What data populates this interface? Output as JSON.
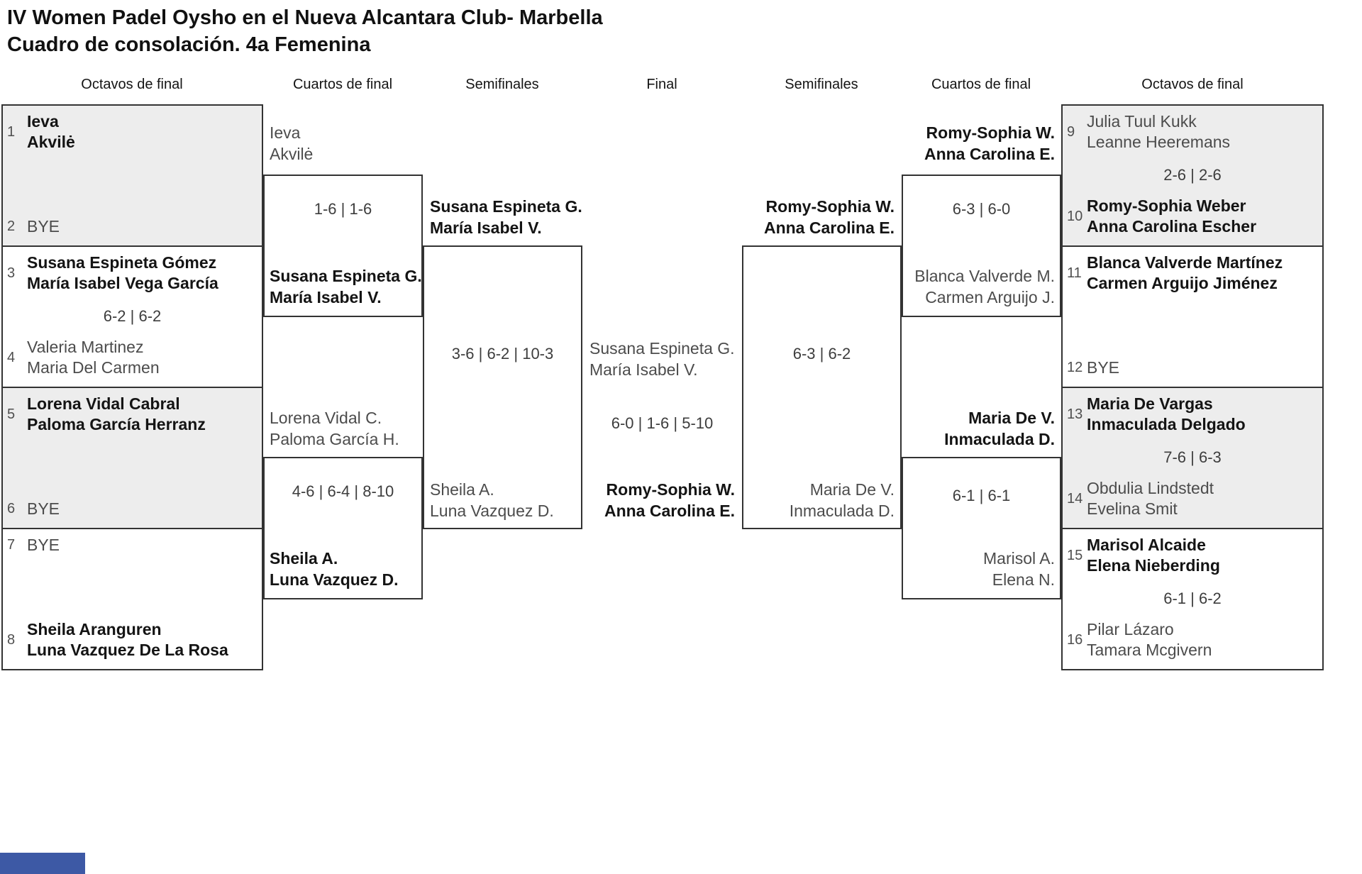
{
  "page": {
    "title_line1": "IV Women Padel Oysho en el Nueva Alcantara Club- Marbella",
    "title_line2": "Cuadro de consolación. 4a Femenina"
  },
  "round_headers": [
    "Octavos de final",
    "Cuartos de final",
    "Semifinales",
    "Final",
    "Semifinales",
    "Cuartos de final",
    "Octavos de final"
  ],
  "colors": {
    "shaded_box": "#ededed",
    "border": "#333333",
    "winner_text": "#141414",
    "muted_text": "#4c4c4c",
    "accent_bar": "#3d59a5"
  },
  "octavos_left": [
    {
      "seat_a": "1",
      "team_a": [
        "Ieva",
        "Akvilė"
      ],
      "score": "",
      "seat_b": "2",
      "team_b": [
        "BYE"
      ]
    },
    {
      "seat_a": "3",
      "team_a": [
        "Susana Espineta Gómez",
        "María Isabel Vega García"
      ],
      "score": "6-2 | 6-2",
      "seat_b": "4",
      "team_b": [
        "Valeria Martinez",
        "Maria Del Carmen"
      ]
    },
    {
      "seat_a": "5",
      "team_a": [
        "Lorena Vidal Cabral",
        "Paloma García Herranz"
      ],
      "score": "",
      "seat_b": "6",
      "team_b": [
        "BYE"
      ]
    },
    {
      "seat_a": "7",
      "team_a": [
        "BYE"
      ],
      "score": "",
      "seat_b": "8",
      "team_b": [
        "Sheila Aranguren",
        "Luna Vazquez De La Rosa"
      ]
    }
  ],
  "octavos_right": [
    {
      "seat_a": "9",
      "team_a": [
        "Julia Tuul Kukk",
        "Leanne Heeremans"
      ],
      "score": "2-6 | 2-6",
      "seat_b": "10",
      "team_b": [
        "Romy-Sophia Weber",
        "Anna Carolina Escher"
      ]
    },
    {
      "seat_a": "11",
      "team_a": [
        "Blanca Valverde Martínez",
        "Carmen Arguijo Jiménez"
      ],
      "score": "",
      "seat_b": "12",
      "team_b": [
        "BYE"
      ]
    },
    {
      "seat_a": "13",
      "team_a": [
        "Maria De Vargas",
        "Inmaculada Delgado"
      ],
      "score": "7-6 | 6-3",
      "seat_b": "14",
      "team_b": [
        "Obdulia Lindstedt",
        "Evelina Smit"
      ]
    },
    {
      "seat_a": "15",
      "team_a": [
        "Marisol Alcaide",
        "Elena Nieberding"
      ],
      "score": "6-1 | 6-2",
      "seat_b": "16",
      "team_b": [
        "Pilar Lázaro",
        "Tamara Mcgivern"
      ]
    }
  ],
  "cuartos_left": [
    {
      "team_a": [
        "Ieva",
        "Akvilė"
      ],
      "score": "1-6 | 1-6",
      "team_b": [
        "Susana Espineta G.",
        "María Isabel V."
      ]
    },
    {
      "team_a": [
        "Lorena Vidal C.",
        "Paloma García H."
      ],
      "score": "4-6 | 6-4 | 8-10",
      "team_b": [
        "Sheila A.",
        "Luna Vazquez D."
      ]
    }
  ],
  "cuartos_right": [
    {
      "team_a": [
        "Romy-Sophia W.",
        "Anna Carolina E."
      ],
      "score": "6-3 | 6-0",
      "team_b": [
        "Blanca Valverde M.",
        "Carmen Arguijo J."
      ]
    },
    {
      "team_a": [
        "Maria De V.",
        "Inmaculada D."
      ],
      "score": "6-1 | 6-1",
      "team_b": [
        "Marisol A.",
        "Elena N."
      ]
    }
  ],
  "semi_left": {
    "team_a": [
      "Susana Espineta G.",
      "María Isabel V."
    ],
    "score": "3-6 | 6-2 | 10-3",
    "team_b": [
      "Sheila A.",
      "Luna Vazquez D."
    ]
  },
  "semi_right": {
    "team_a": [
      "Romy-Sophia W.",
      "Anna Carolina E."
    ],
    "score": "6-3 | 6-2",
    "team_b": [
      "Maria De V.",
      "Inmaculada D."
    ]
  },
  "final": {
    "team_a": [
      "Susana Espineta G.",
      "María Isabel V."
    ],
    "score": "6-0 | 1-6 | 5-10",
    "team_b": [
      "Romy-Sophia W.",
      "Anna Carolina E."
    ]
  }
}
